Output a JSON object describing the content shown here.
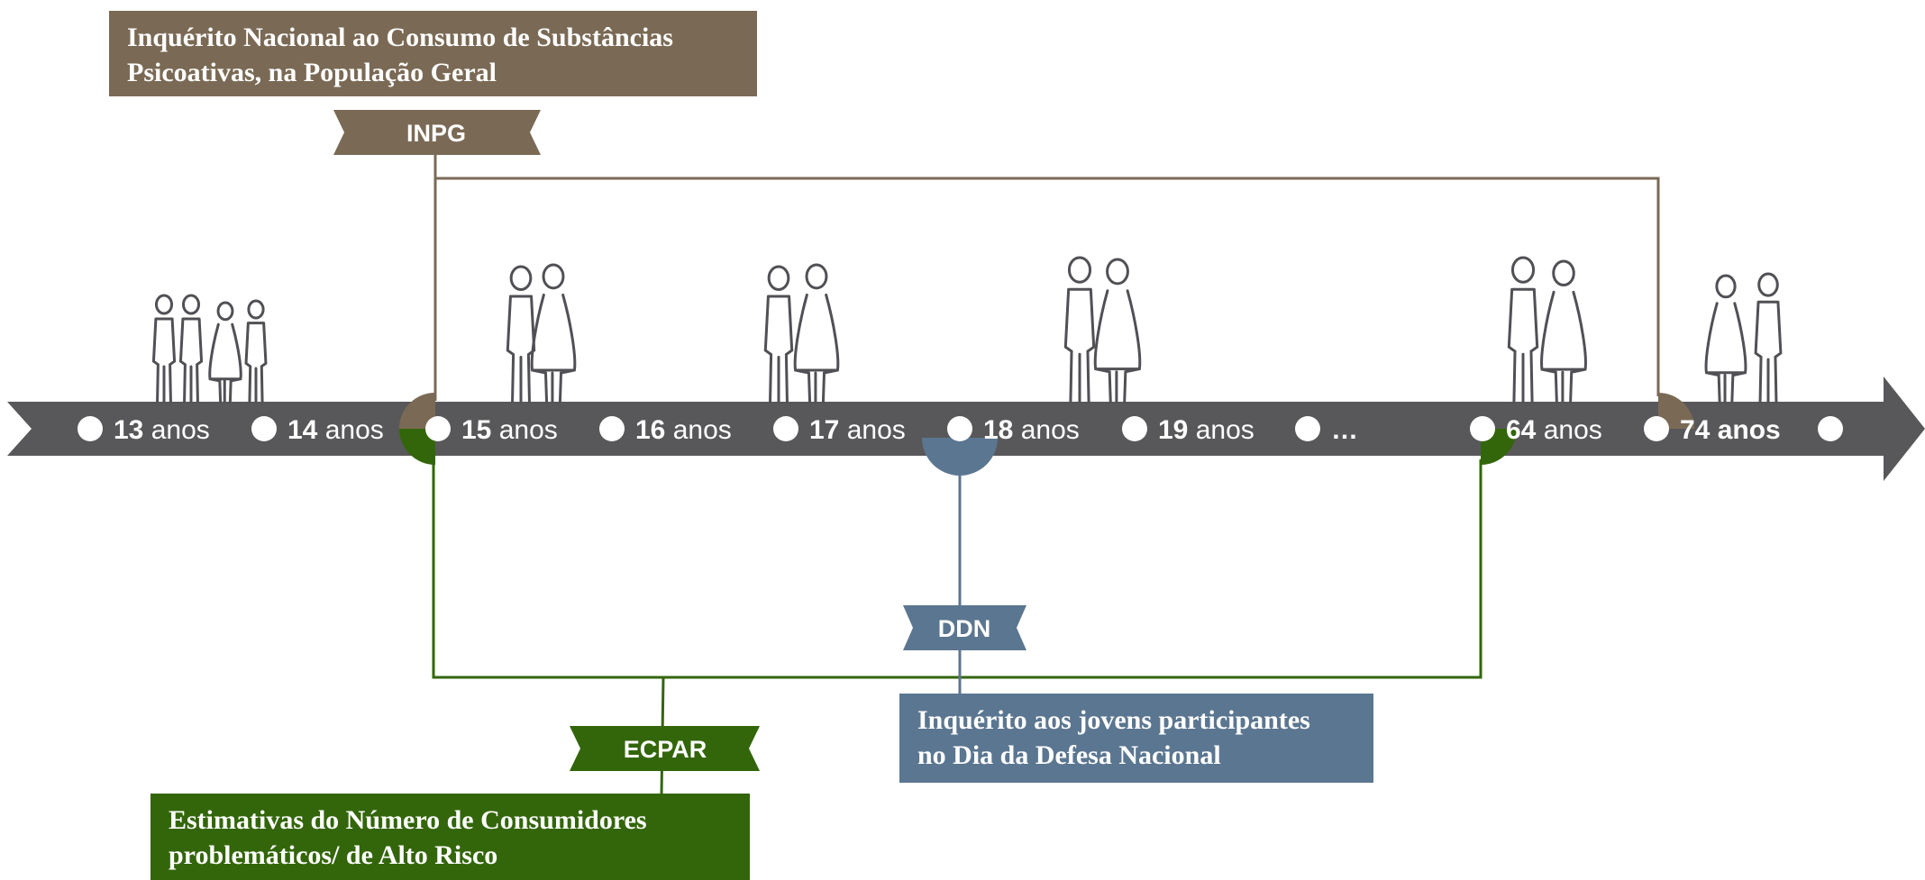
{
  "colors": {
    "inpg": "#7a6a55",
    "ecpar": "#33660b",
    "ddn": "#5b7690",
    "timeline": "#58585a",
    "figure_stroke": "#505055"
  },
  "timeline": {
    "arrow_icon": "arrow-right-icon",
    "dot_icon": "circle-dot-icon",
    "ages": [
      {
        "num": "13",
        "unit": "anos",
        "unit_bold": false
      },
      {
        "num": "14",
        "unit": "anos",
        "unit_bold": false
      },
      {
        "num": "15",
        "unit": "anos",
        "unit_bold": false
      },
      {
        "num": "16",
        "unit": "anos",
        "unit_bold": false
      },
      {
        "num": "17",
        "unit": "anos",
        "unit_bold": false
      },
      {
        "num": "18",
        "unit": "anos",
        "unit_bold": false
      },
      {
        "num": "19",
        "unit": "anos",
        "unit_bold": false
      },
      {
        "num": "…",
        "unit": "",
        "unit_bold": false
      },
      {
        "num": "64",
        "unit": "anos",
        "unit_bold": false
      },
      {
        "num": "74",
        "unit": "anos",
        "unit_bold": true
      }
    ]
  },
  "surveys": {
    "inpg": {
      "tag": "INPG",
      "title_line1": "Inquérito Nacional ao Consumo de Substâncias",
      "title_line2": "Psicoativas, na População Geral",
      "age_range": [
        "15",
        "74"
      ]
    },
    "ecpar": {
      "tag": "ECPAR",
      "title_line1": "Estimativas do Número de Consumidores",
      "title_line2": "problemáticos/ de Alto Risco",
      "age_range": [
        "15",
        "64"
      ]
    },
    "ddn": {
      "tag": "DDN",
      "title_line1": "Inquérito aos jovens participantes",
      "title_line2": "no Dia da Defesa Nacional",
      "age_range": [
        "18",
        "18"
      ]
    }
  },
  "figures": [
    {
      "icon": "group-of-children-icon",
      "count": 4
    },
    {
      "icon": "couple-icon",
      "count": 2
    },
    {
      "icon": "couple-icon",
      "count": 2
    },
    {
      "icon": "couple-icon",
      "count": 2
    },
    {
      "icon": "couple-icon",
      "count": 2
    },
    {
      "icon": "elderly-couple-icon",
      "count": 2
    }
  ]
}
